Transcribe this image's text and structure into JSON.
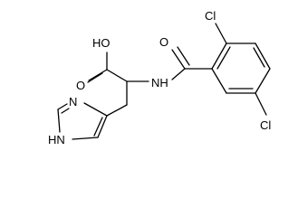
{
  "molecule": {
    "atom_labels": {
      "hydroxyl": "HO",
      "carboxyl_oxygen": "O",
      "amide_oxygen": "O",
      "amide_nitrogen": "NH",
      "chlorine_top": "Cl",
      "chlorine_bottom": "Cl",
      "imidazole_n3": "N",
      "imidazole_n1h": "HN"
    }
  }
}
